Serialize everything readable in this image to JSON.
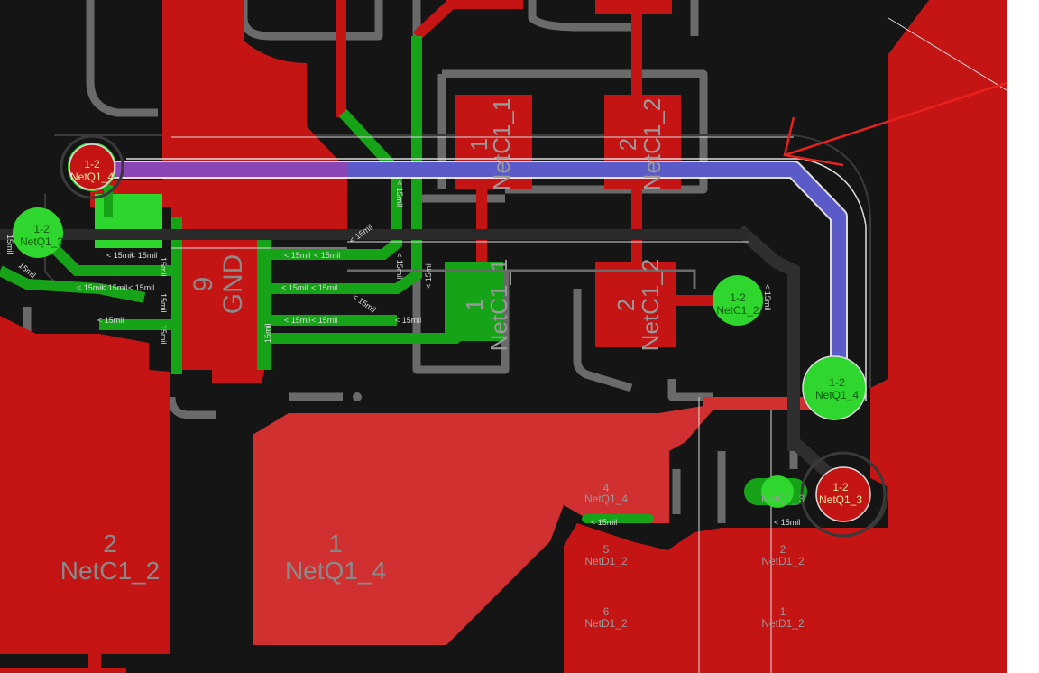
{
  "colors": {
    "board_bg": "#151515",
    "top_copper": "#c41414",
    "bottom_copper": "#17a317",
    "via": "#2ed62e",
    "highlight_trace": "#5656c8",
    "outline": "#686868",
    "annotation_arrow": "#e01e1e"
  },
  "labels": {
    "gnd_pin": "9",
    "gnd_net": "GND",
    "pad_1": "1",
    "pad_2": "2",
    "pad_4": "4",
    "pad_5": "5",
    "pad_6": "6",
    "netc1_1": "NetC1_1",
    "netc1_2": "NetC1_2",
    "netq1_4": "NetQ1_4",
    "netq1_3": "NetQ1_3",
    "netd1_2": "NetD1_2",
    "via_layer": "1-2",
    "width": "15mil",
    "width_arrow": "< 15mil"
  },
  "vias": [
    {
      "layer": "1-2",
      "net": "NetQ1_4"
    },
    {
      "layer": "1-2",
      "net": "NetQ1_3"
    },
    {
      "layer": "1-2",
      "net": "NetC1_2"
    },
    {
      "layer": "1-2",
      "net": "NetQ1_4"
    },
    {
      "layer": "1-2",
      "net": "NetQ1_3"
    },
    {
      "layer": "1-2",
      "net": "NetQ1_3"
    }
  ],
  "pads": [
    {
      "number": "2",
      "net": "NetC1_2"
    },
    {
      "number": "1",
      "net": "NetQ1_4"
    },
    {
      "number": "1",
      "net": "NetC1_1"
    },
    {
      "number": "2",
      "net": "NetC1_2"
    },
    {
      "number": "1",
      "net": "NetC1_1"
    },
    {
      "number": "2",
      "net": "NetC1_2"
    },
    {
      "number": "4",
      "net": "NetQ1_4"
    },
    {
      "number": "5",
      "net": "NetD1_2"
    },
    {
      "number": "6",
      "net": "NetD1_2"
    },
    {
      "number": "2",
      "net": "NetD1_2"
    },
    {
      "number": "1",
      "net": "NetD1_2"
    }
  ]
}
